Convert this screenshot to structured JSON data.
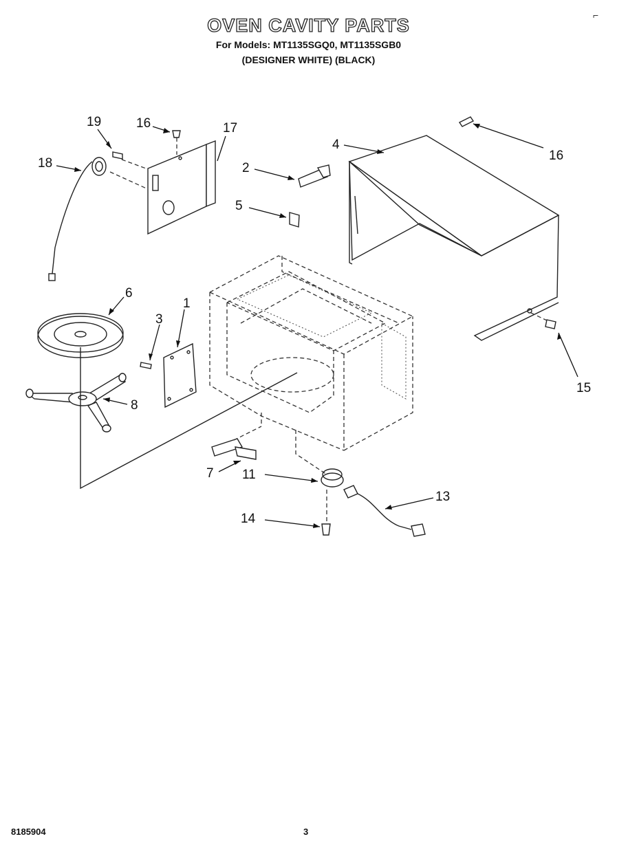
{
  "header": {
    "title": "OVEN CAVITY PARTS",
    "models_line": "For Models: MT1135SGQ0, MT1135SGB0",
    "variants_line": "(DESIGNER WHITE)  (BLACK)"
  },
  "corner_mark": "⌐",
  "callouts": {
    "c1": "1",
    "c2": "2",
    "c3": "3",
    "c4": "4",
    "c5": "5",
    "c6": "6",
    "c7": "7",
    "c8": "8",
    "c11": "11",
    "c13": "13",
    "c14": "14",
    "c15": "15",
    "c16a": "16",
    "c16b": "16",
    "c17": "17",
    "c18": "18",
    "c19": "19"
  },
  "footer": {
    "doc_number": "8185904",
    "page_number": "3"
  }
}
